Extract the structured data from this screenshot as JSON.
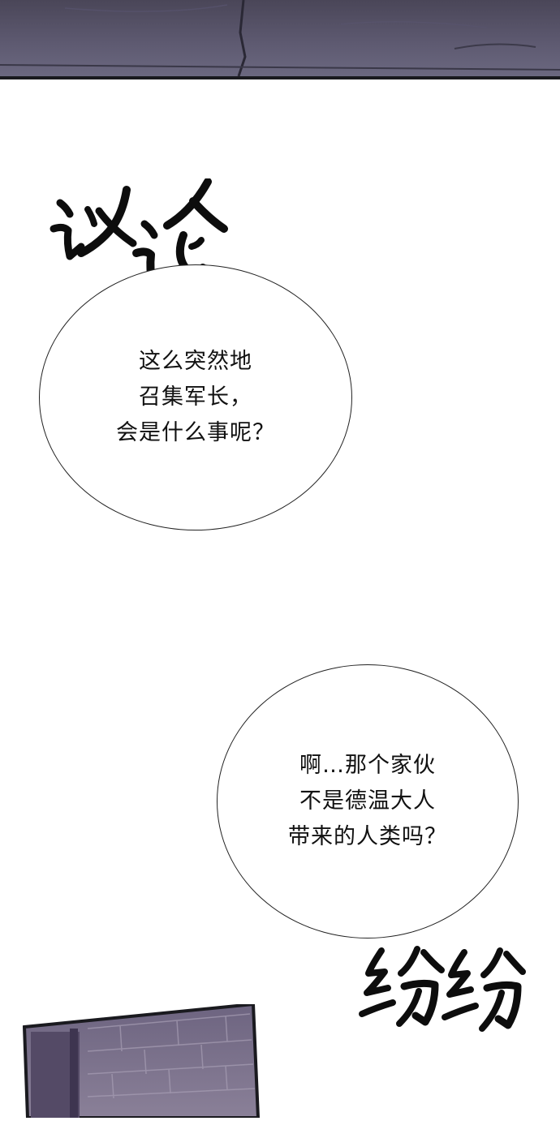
{
  "sfx_top": "议论",
  "bubble_1": {
    "lines": [
      "这么突然地",
      "召集军长，",
      "会是什么事呢？"
    ]
  },
  "bubble_2": {
    "lines": [
      "啊…那个家伙",
      "不是德温大人",
      "带来的人类吗？"
    ]
  },
  "sfx_bottom": "纷纷"
}
